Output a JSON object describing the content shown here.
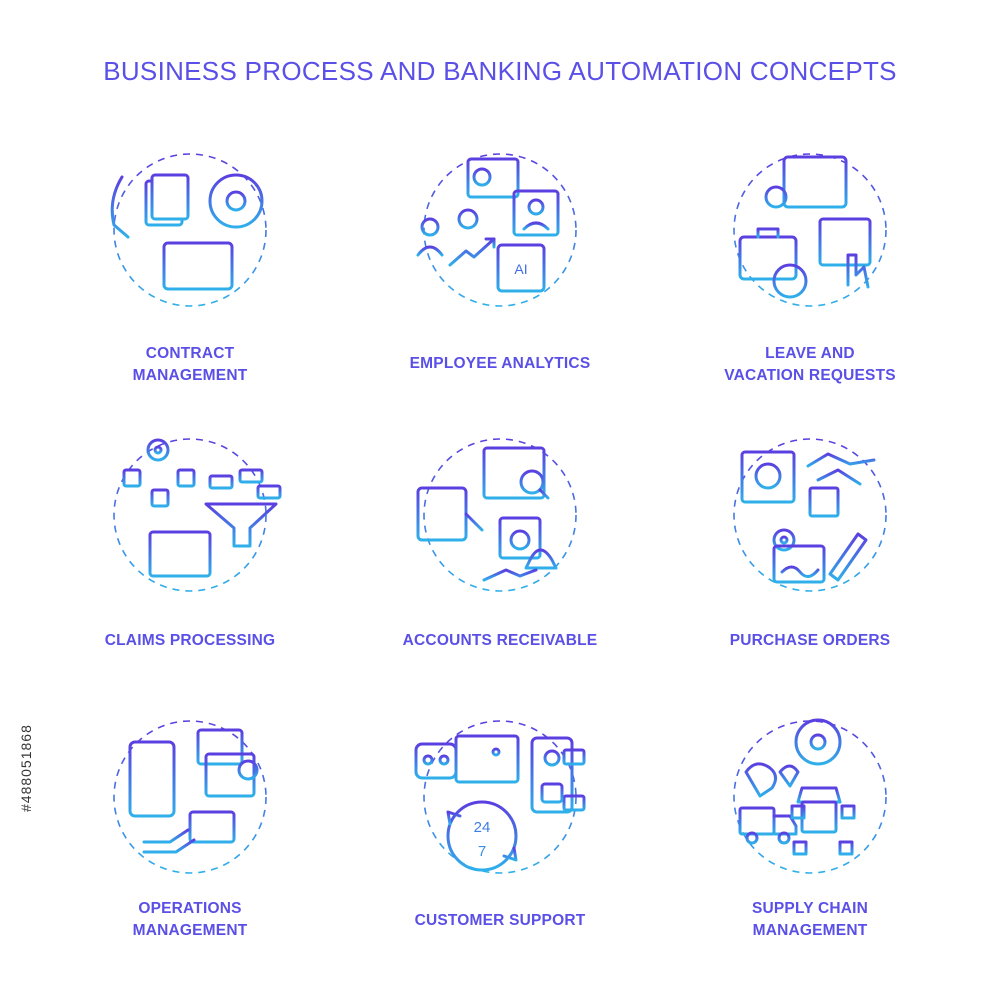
{
  "title": "BUSINESS PROCESS AND BANKING AUTOMATION CONCEPTS",
  "stock_id": "#488051868",
  "colors": {
    "accent_top": "#7b5cf0",
    "accent_bottom": "#3aa6e8",
    "label": "#5a4fe6"
  },
  "concepts": [
    {
      "icon": "contract-management-icon",
      "label_line1": "CONTRACT",
      "label_line2": "MANAGEMENT"
    },
    {
      "icon": "employee-analytics-icon",
      "label_line1": "EMPLOYEE ANALYTICS",
      "label_line2": ""
    },
    {
      "icon": "leave-vacation-icon",
      "label_line1": "LEAVE AND",
      "label_line2": "VACATION REQUESTS"
    },
    {
      "icon": "claims-processing-icon",
      "label_line1": "CLAIMS PROCESSING",
      "label_line2": ""
    },
    {
      "icon": "accounts-receivable-icon",
      "label_line1": "ACCOUNTS RECEIVABLE",
      "label_line2": ""
    },
    {
      "icon": "purchase-orders-icon",
      "label_line1": "PURCHASE ORDERS",
      "label_line2": ""
    },
    {
      "icon": "operations-management-icon",
      "label_line1": "OPERATIONS",
      "label_line2": "MANAGEMENT"
    },
    {
      "icon": "customer-support-icon",
      "label_line1": "CUSTOMER SUPPORT",
      "label_line2": ""
    },
    {
      "icon": "supply-chain-icon",
      "label_line1": "SUPPLY CHAIN",
      "label_line2": "MANAGEMENT"
    }
  ],
  "icon_text": {
    "ai_chip": "AI",
    "support_24": "24",
    "support_7": "7"
  }
}
